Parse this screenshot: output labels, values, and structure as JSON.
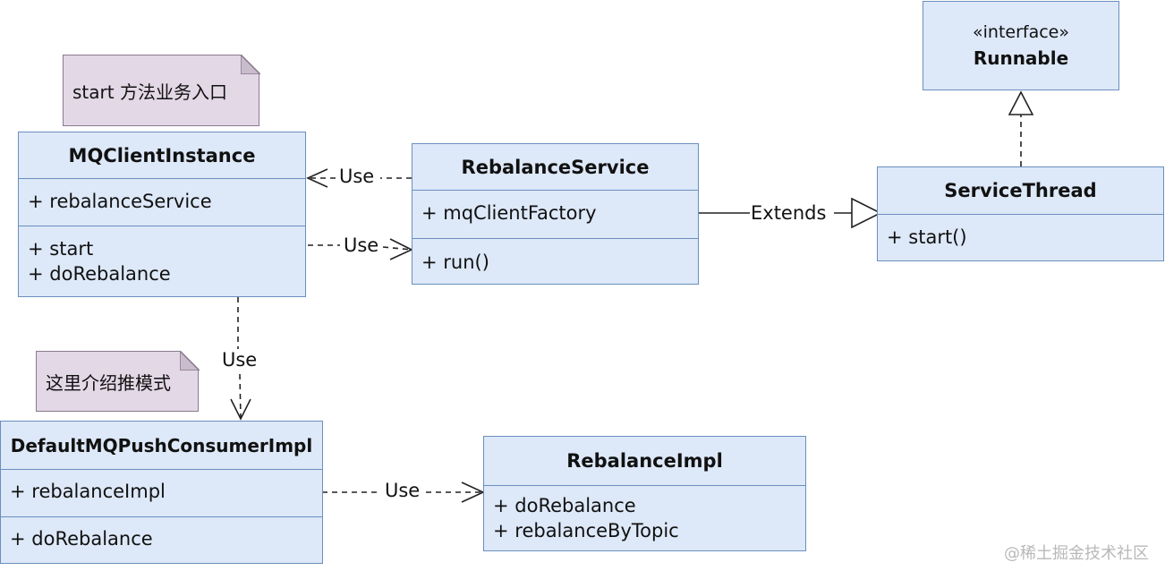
{
  "classes": {
    "mqclient": {
      "name": "MQClientInstance",
      "attrs": [
        "+ rebalanceService"
      ],
      "methods": [
        "+ start",
        "+ doRebalance"
      ]
    },
    "rebalance_service": {
      "name": "RebalanceService",
      "attrs": [
        "+ mqClientFactory"
      ],
      "methods": [
        "+ run()"
      ]
    },
    "service_thread": {
      "name": "ServiceThread",
      "methods": [
        "+ start()"
      ]
    },
    "runnable": {
      "stereotype": "«interface»",
      "name": "Runnable"
    },
    "push_consumer": {
      "name": "DefaultMQPushConsumerImpl",
      "attrs": [
        "+ rebalanceImpl"
      ],
      "methods": [
        "+ doRebalance"
      ]
    },
    "rebalance_impl": {
      "name": "RebalanceImpl",
      "methods": [
        "+ doRebalance",
        "+ rebalanceByTopic"
      ]
    }
  },
  "notes": {
    "start_note": "start 方法业务入口",
    "push_note": "这里介绍推模式"
  },
  "relations": {
    "use1": "Use",
    "use2": "Use",
    "use3": "Use",
    "use4": "Use",
    "extends": "Extends"
  },
  "watermark": "@稀土掘金技术社区",
  "colors": {
    "class_fill": "#dde8f8",
    "class_border": "#6b8fbf",
    "note_fill": "#e3d8e6"
  }
}
